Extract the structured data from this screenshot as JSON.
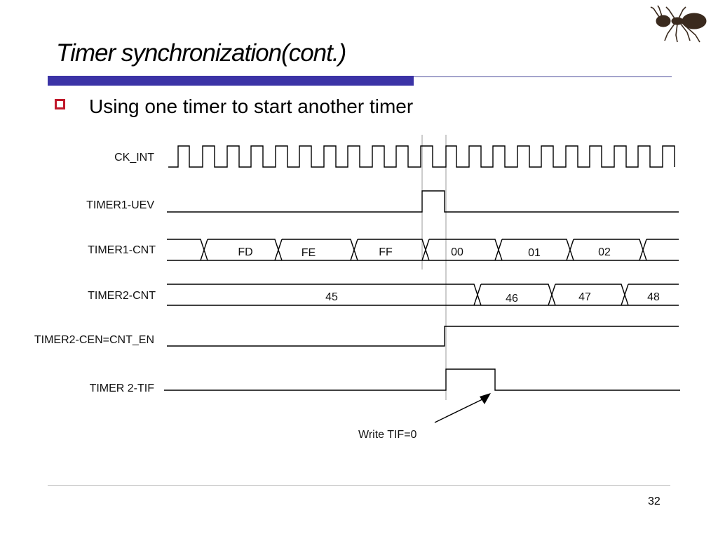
{
  "slide": {
    "title": "Timer synchronization(cont.)",
    "bullet": "Using one timer to start another timer",
    "page_number": "32",
    "accent_color": "#3b33a6",
    "bullet_color": "#c0182a"
  },
  "diagram": {
    "signals": [
      {
        "name": "CK_INT"
      },
      {
        "name": "TIMER1-UEV"
      },
      {
        "name": "TIMER1-CNT",
        "values": [
          "FD",
          "FE",
          "FF",
          "00",
          "01",
          "02"
        ]
      },
      {
        "name": "TIMER2-CNT",
        "values": [
          "45",
          "46",
          "47",
          "48"
        ]
      },
      {
        "name": "TIMER2-CEN=CNT_EN"
      },
      {
        "name": "TIMER 2-TIF"
      }
    ],
    "annotation": "Write TIF=0"
  }
}
